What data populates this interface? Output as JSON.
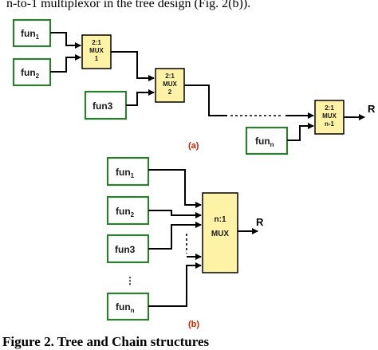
{
  "top_text": "n-to-1 multiplexor in the tree design (Fig. 2(b)).",
  "panel_a": {
    "label": "(a)",
    "inputs": [
      {
        "base": "fun",
        "sub": "1"
      },
      {
        "base": "fun",
        "sub": "2"
      },
      {
        "base": "fun3",
        "sub": ""
      },
      {
        "base": "fun",
        "sub": "n"
      }
    ],
    "muxes": [
      {
        "lines": [
          "2:1",
          "MUX",
          "1"
        ]
      },
      {
        "lines": [
          "2:1",
          "MUX",
          "2"
        ]
      },
      {
        "lines": [
          "2:1",
          "MUX",
          "n-1"
        ]
      }
    ],
    "output": "R"
  },
  "panel_b": {
    "label": "(b)",
    "inputs": [
      {
        "base": "fun",
        "sub": "1"
      },
      {
        "base": "fun",
        "sub": "2"
      },
      {
        "base": "fun3",
        "sub": ""
      },
      {
        "base": "fun",
        "sub": "n"
      }
    ],
    "mux": {
      "lines": [
        "n:1",
        "MUX"
      ]
    },
    "output": "R",
    "ellipsis": "⋮"
  },
  "caption": "Figure 2. Tree and Chain structures",
  "colors": {
    "fun_border": "#2e7d32",
    "mux_fill": "#fdf2a6",
    "part_label": "#cc2200"
  }
}
